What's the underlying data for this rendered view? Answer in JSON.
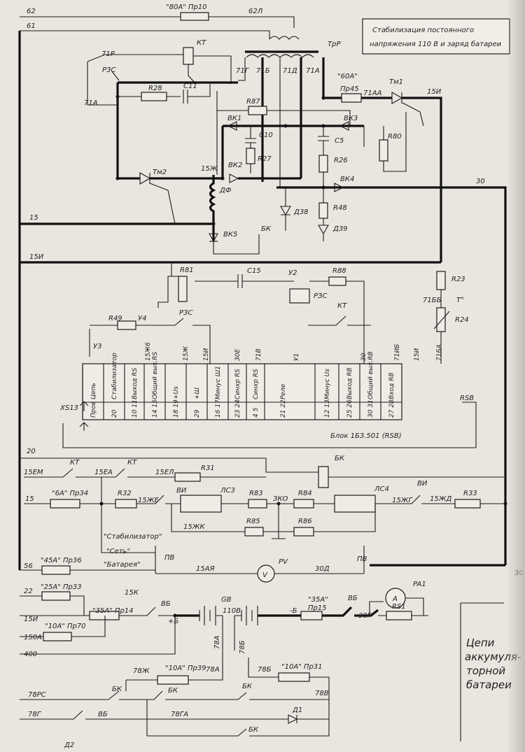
{
  "title_lines": [
    "Стабилизация постоянного",
    "напряжения 110 В и заряд батареи"
  ],
  "side_caption": [
    "Цепи",
    "аккумуля-",
    "торной",
    "батареи"
  ],
  "block_caption": "Блок 1БЗ.501 (RSB)",
  "block_ref": "RSB",
  "connector": "XS13",
  "block_columns": [
    {
      "name": "Цепь",
      "pins": "Пров"
    },
    {
      "name": "Стабилизатор",
      "pins": "20"
    },
    {
      "name": "Выход RS",
      "pins": "10 11"
    },
    {
      "name": "Общий вых.RS",
      "pins": "14 15"
    },
    {
      "name": "+Us",
      "pins": "18 19"
    },
    {
      "name": "+Ш",
      "pins": "29"
    },
    {
      "name": "Минус Ш1",
      "pins": "16 17"
    },
    {
      "name": "Синхр RS",
      "pins": "23 24"
    },
    {
      "name": "Синхр RS",
      "pins": "4 5"
    },
    {
      "name": "Реле",
      "pins": "21 22"
    },
    {
      "name": "Минус Us",
      "pins": "12 13"
    },
    {
      "name": "Выход RВ",
      "pins": "25 26"
    },
    {
      "name": "Общий вых.RВ",
      "pins": "30 31"
    },
    {
      "name": "Вход RВ",
      "pins": "27 28"
    }
  ],
  "block_wire_tags": [
    "15Ж6",
    "15Ж",
    "15И",
    "30Е",
    "71В",
    "У1",
    "30",
    "71ИБ",
    "15И",
    "71БА"
  ],
  "labels": {
    "w62": "62",
    "w61": "61",
    "fuse80": "\"80А\" Пр10",
    "w62l": "62Л",
    "trp": "ТрР",
    "kt_top": "КТ",
    "w71p": "71Р",
    "rzs": "РЗС",
    "w71a_l": "71А",
    "w71g": "71Г",
    "w71b": "71Б",
    "w71d": "71Д",
    "w71a": "71А",
    "fuse60": "\"60А\"",
    "pr45": "Пр45",
    "w71aa": "71АА",
    "tm1": "Тм1",
    "w15i_top": "15И",
    "r28": "R28",
    "c11": "C11",
    "r87": "R87",
    "vk1": "ВК1",
    "vk3": "ВК3",
    "c10": "C10",
    "c5": "C5",
    "r80": "R80",
    "r27": "R27",
    "r26": "R26",
    "tm2": "Тм2",
    "w15zh": "15Ж",
    "vk2": "ВК2",
    "vk4": "ВК4",
    "w30": "30",
    "df": "ДФ",
    "d38": "Д38",
    "r48": "R48",
    "d39": "Д39",
    "w15": "15",
    "vk5": "ВК5",
    "bk": "БК",
    "w15i": "15И",
    "r81": "R81",
    "c15": "C15",
    "u2": "У2",
    "r88": "R88",
    "rzs2": "РЗС",
    "r23": "R23",
    "w71bb": "71ББ",
    "temp": "Т°",
    "r24": "R24",
    "r49": "R49",
    "u4": "У4",
    "rzs3": "РЗС",
    "kt2": "КТ",
    "u3": "У3",
    "w20": "20",
    "w15em": "15ЕМ",
    "kt3": "КТ",
    "w15ea": "15ЕА",
    "kt4": "КТ",
    "w15el": "15ЕЛ",
    "r31": "R31",
    "bk2": "БК",
    "w15b": "15",
    "fuse6": "\"6А\" Пр34",
    "r32": "R32",
    "w15zhe": "15ЖЕ",
    "vi": "ВИ",
    "ls3": "ЛС3",
    "r83": "R83",
    "zko": "ЗКО",
    "r84": "R84",
    "ls4": "ЛС4",
    "vi2": "ВИ",
    "w15zhg": "15ЖГ",
    "w15zhd": "15ЖД",
    "r33": "R33",
    "w15zhk": "15ЖК",
    "r85": "R85",
    "r86": "R86",
    "stab": "\"Стабилизатор\"",
    "set": "\"Сеть\"",
    "bat": "\"Батарея\"",
    "pv": "ПВ",
    "pv_meter": "PV",
    "v": "V",
    "w15aya": "15АЯ",
    "w30d": "30Д",
    "pv2": "ПВ",
    "w56": "56",
    "fuse45": "\"45А\"",
    "pr36": "Пр36",
    "w22": "22",
    "fuse25": "\"25А\" Пр33",
    "w15k": "15К",
    "w15i_b": "15И",
    "fuse35": "\"35А\" Пр14",
    "vb": "ВБ",
    "plus_b": "+Б",
    "gb": "GB",
    "v110": "110В",
    "minus_b": "-Б",
    "fuse35b": "\"35А\"",
    "pr15": "Пр15",
    "vb2": "ВБ",
    "pa1": "PA1",
    "a": "А",
    "w30g": "30Г",
    "rs1": "RS1",
    "w150a": "150А",
    "fuse10": "\"10А\" Пр70",
    "w400": "400",
    "w78a_v": "78А",
    "w78b_v": "78Б",
    "w78zh": "78Ж",
    "fuse10b": "\"10А\" Пр39",
    "w78a": "78А",
    "w78b": "78Б",
    "fuse10c": "\"10А\" Пр31",
    "w78rs": "78РС",
    "bk3": "БК",
    "bk4": "БК",
    "bk5": "БК",
    "w78v": "78В",
    "w78g": "78Г",
    "vb3": "ВБ",
    "w78ga": "78ГА",
    "d1": "Д1",
    "bk6": "БК",
    "d2": "Д2",
    "w30r": "30"
  }
}
